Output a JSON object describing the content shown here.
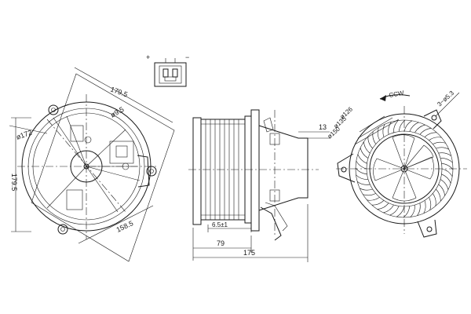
{
  "connector": {
    "plus": "+",
    "minus": "−"
  },
  "front_view": {
    "dim_179_5_top": "179.5",
    "dim_179_5_left": "179.5",
    "dim_172": "ø172",
    "dim_9_5": "ø9.5",
    "dim_158_5": "158.5"
  },
  "side_view": {
    "dim_13": "13",
    "dim_6_5": "6.5±1",
    "dim_79": "79",
    "dim_175": "175"
  },
  "rear_view": {
    "rotation": "CCW",
    "dim_126": "ø126",
    "dim_135": "ø135",
    "dim_150": "ø150",
    "dim_holes": "3−ø5.3"
  }
}
